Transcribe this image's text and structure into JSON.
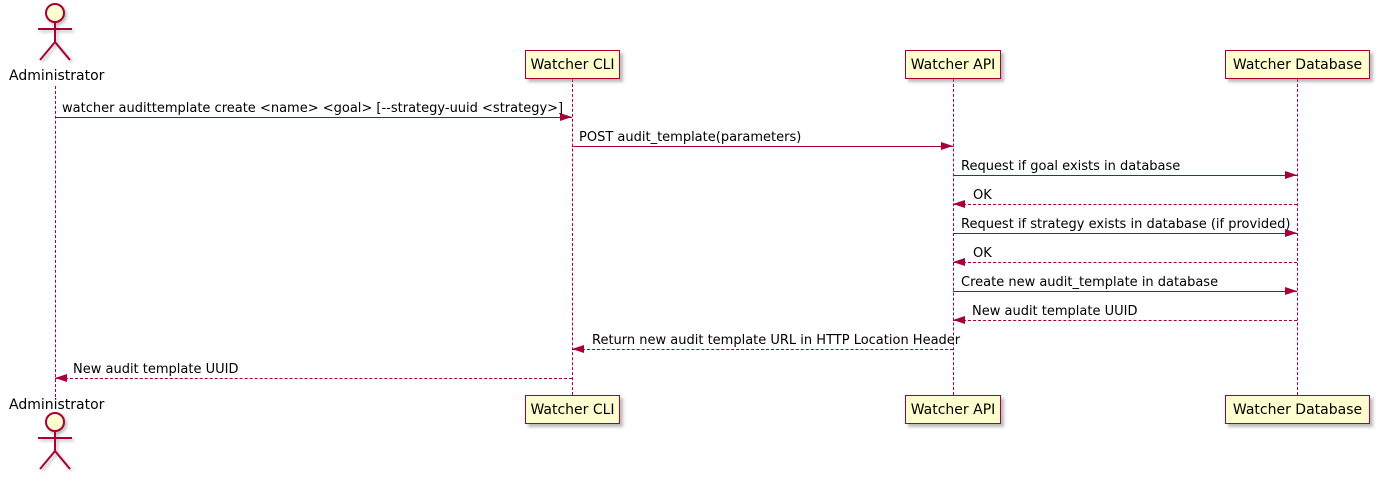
{
  "diagram": {
    "type": "sequence",
    "colors": {
      "arrow": "#A80036",
      "border": "#A80036",
      "participant_fill": "#FEFECE",
      "text": "#000000",
      "background": "#FFFFFF"
    },
    "actor": {
      "label": "Administrator"
    },
    "participants": [
      {
        "label": "Watcher CLI"
      },
      {
        "label": "Watcher API"
      },
      {
        "label": "Watcher Database"
      }
    ],
    "messages": [
      {
        "from": "Administrator",
        "to": "Watcher CLI",
        "style": "solid",
        "label": "watcher audittemplate create <name> <goal> [--strategy-uuid <strategy>]"
      },
      {
        "from": "Watcher CLI",
        "to": "Watcher API",
        "style": "solid",
        "label": "POST audit_template(parameters)"
      },
      {
        "from": "Watcher API",
        "to": "Watcher Database",
        "style": "solid",
        "label": "Request if goal exists in database"
      },
      {
        "from": "Watcher Database",
        "to": "Watcher API",
        "style": "dashed",
        "label": "OK"
      },
      {
        "from": "Watcher API",
        "to": "Watcher Database",
        "style": "solid",
        "label": "Request if strategy exists in database (if provided)"
      },
      {
        "from": "Watcher Database",
        "to": "Watcher API",
        "style": "dashed",
        "label": "OK"
      },
      {
        "from": "Watcher API",
        "to": "Watcher Database",
        "style": "solid",
        "label": "Create new audit_template in database"
      },
      {
        "from": "Watcher Database",
        "to": "Watcher API",
        "style": "dashed",
        "label": "New audit template UUID"
      },
      {
        "from": "Watcher API",
        "to": "Watcher CLI",
        "style": "dashed",
        "label": "Return new audit template URL in HTTP Location Header"
      },
      {
        "from": "Watcher CLI",
        "to": "Administrator",
        "style": "dashed",
        "label": "New audit template UUID"
      }
    ]
  }
}
